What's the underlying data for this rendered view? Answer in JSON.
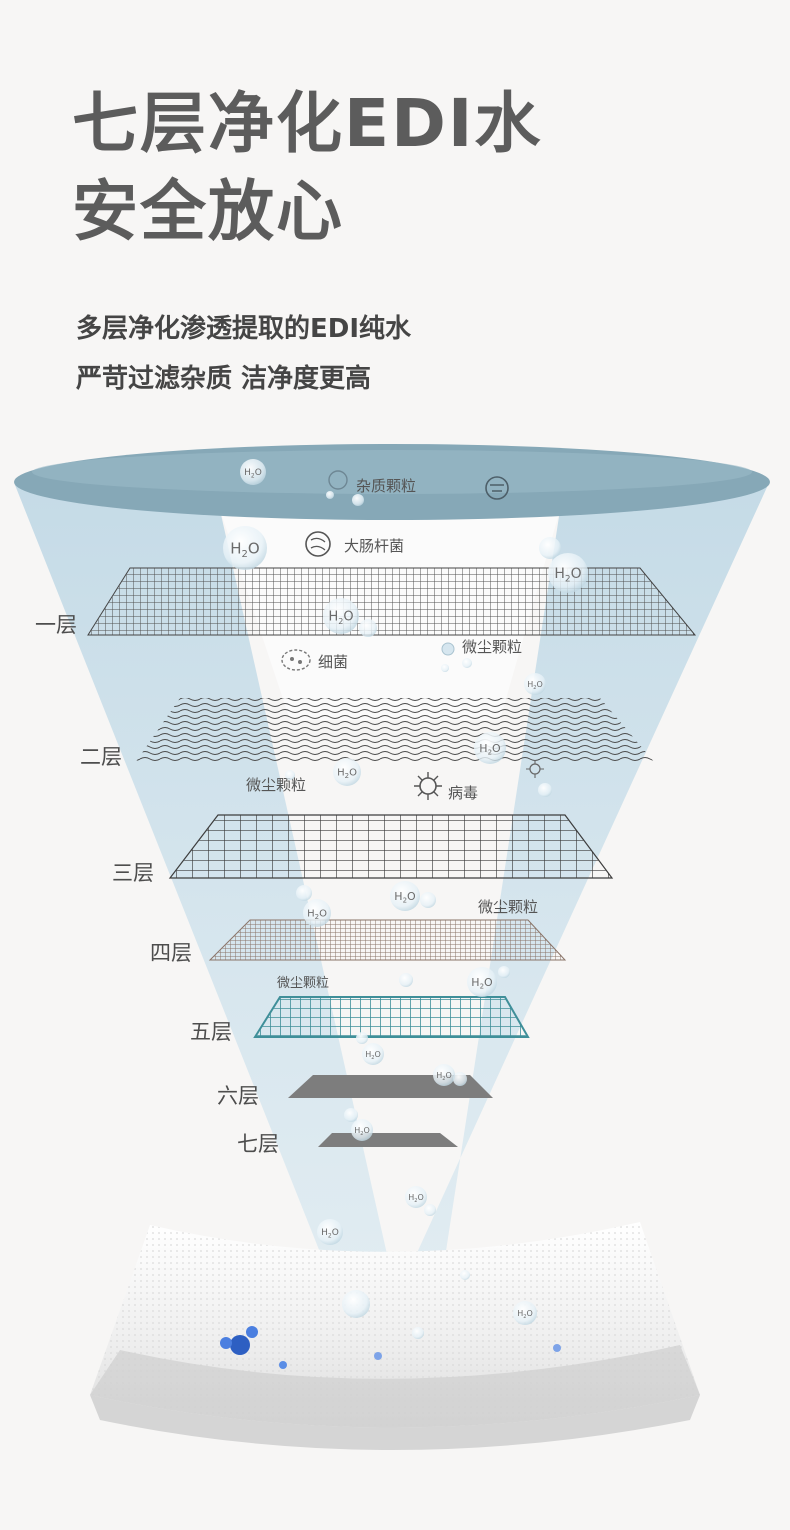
{
  "headline": {
    "line1": "七层净化EDI水",
    "line2": "安全放心"
  },
  "subheadline": {
    "line1": "多层净化渗透提取的EDI纯水",
    "line2": "严苛过滤杂质 洁净度更高"
  },
  "layer_labels": [
    "一层",
    "二层",
    "三层",
    "四层",
    "五层",
    "六层",
    "七层"
  ],
  "impurity_labels": {
    "top_particles": "杂质颗粒",
    "ecoli": "大肠杆菌",
    "bacteria": "细菌",
    "dust_1": "微尘颗粒",
    "dust_2": "微尘颗粒",
    "virus": "病毒",
    "dust_3": "微尘颗粒",
    "dust_4": "微尘颗粒"
  },
  "molecule_label": {
    "main": "H",
    "sub": "2",
    "end": "O"
  },
  "colors": {
    "funnel_top": "#86a8b7",
    "funnel_beam": "#cfe4ef",
    "mesh_dark": "#4e4e4e",
    "mesh_brown": "#8a7468",
    "mesh_teal": "#3f8f99",
    "plate_gray": "#7d7d7d",
    "headline": "#5c5c5c"
  }
}
